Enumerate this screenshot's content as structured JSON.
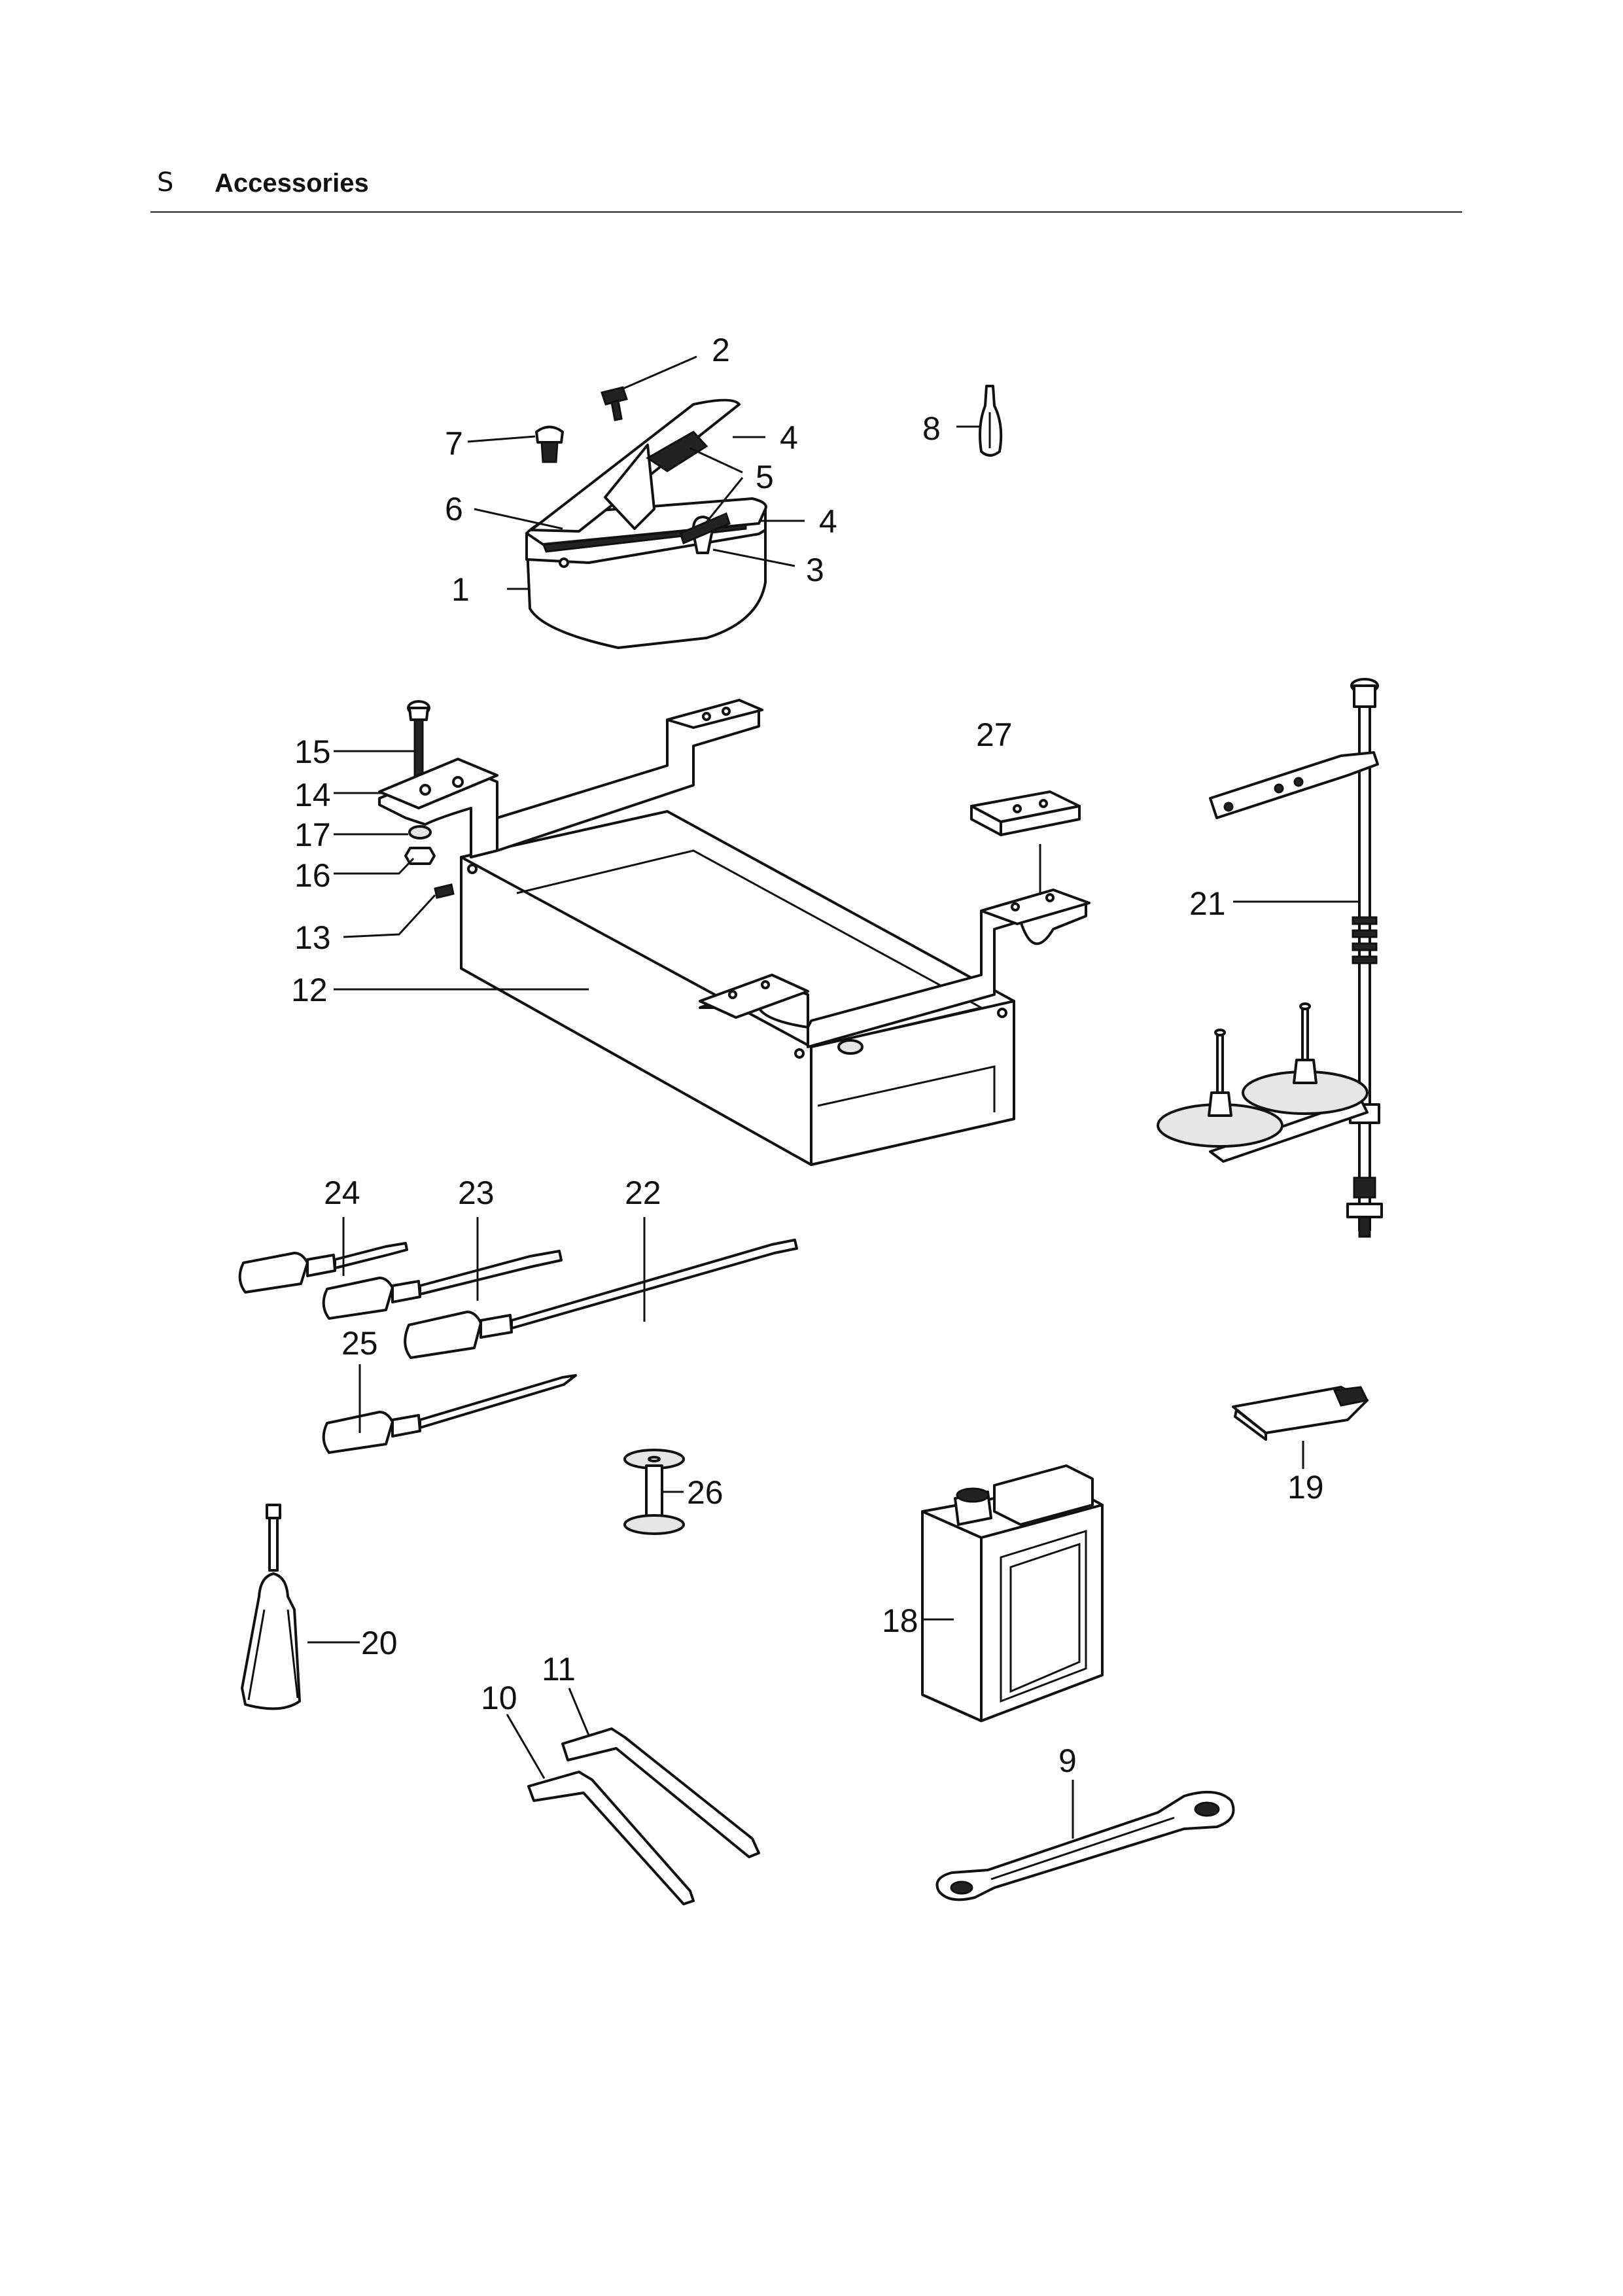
{
  "header": {
    "section_marker": "S",
    "title": "Accessories"
  },
  "callouts": [
    {
      "id": "1",
      "text": "1"
    },
    {
      "id": "2",
      "text": "2"
    },
    {
      "id": "3",
      "text": "3"
    },
    {
      "id": "4a",
      "text": "4"
    },
    {
      "id": "4b",
      "text": "4"
    },
    {
      "id": "5",
      "text": "5"
    },
    {
      "id": "6",
      "text": "6"
    },
    {
      "id": "7",
      "text": "7"
    },
    {
      "id": "8",
      "text": "8"
    },
    {
      "id": "9",
      "text": "9"
    },
    {
      "id": "10",
      "text": "10"
    },
    {
      "id": "11",
      "text": "11"
    },
    {
      "id": "12",
      "text": "12"
    },
    {
      "id": "13",
      "text": "13"
    },
    {
      "id": "14",
      "text": "14"
    },
    {
      "id": "15",
      "text": "15"
    },
    {
      "id": "16",
      "text": "16"
    },
    {
      "id": "17",
      "text": "17"
    },
    {
      "id": "18",
      "text": "18"
    },
    {
      "id": "19",
      "text": "19"
    },
    {
      "id": "20",
      "text": "20"
    },
    {
      "id": "21",
      "text": "21"
    },
    {
      "id": "22",
      "text": "22"
    },
    {
      "id": "23",
      "text": "23"
    },
    {
      "id": "24",
      "text": "24"
    },
    {
      "id": "25",
      "text": "25"
    },
    {
      "id": "26",
      "text": "26"
    },
    {
      "id": "27",
      "text": "27"
    }
  ]
}
